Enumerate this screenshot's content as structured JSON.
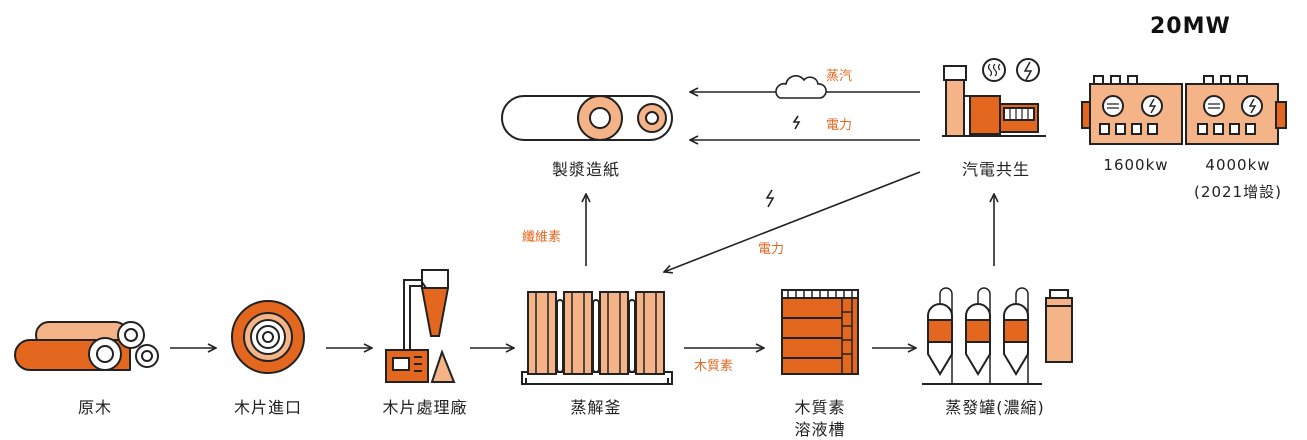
{
  "title": "20MW",
  "colors": {
    "orange": "#e3671f",
    "orange_light": "#f4b488",
    "orange_mid": "#ee8a4b",
    "line": "#222222"
  },
  "labels": {
    "log": "原木",
    "chip_in": "木片進口",
    "chip_plant": "木片處理廠",
    "digester": "蒸解釜",
    "lignin_tank_1": "木質素",
    "lignin_tank_2": "溶液槽",
    "evaporator": "蒸發罐(濃縮)",
    "papermaking": "製漿造紙",
    "cogeneration": "汽電共生",
    "gen1": "1600kw",
    "gen2": "4000kw",
    "gen2_note": "(2021增設)"
  },
  "flows": {
    "steam": "蒸汽",
    "power_top": "電力",
    "power_diag": "電力",
    "fiber": "纖維素",
    "lignin": "木質素"
  },
  "icons": [
    "log-pile-icon",
    "wood-chip-icon",
    "chip-plant-icon",
    "digester-icon",
    "tank-icon",
    "evaporator-icon",
    "paper-roll-icon",
    "cogeneration-icon",
    "generator-icon",
    "steam-cloud-icon",
    "lightning-icon"
  ]
}
